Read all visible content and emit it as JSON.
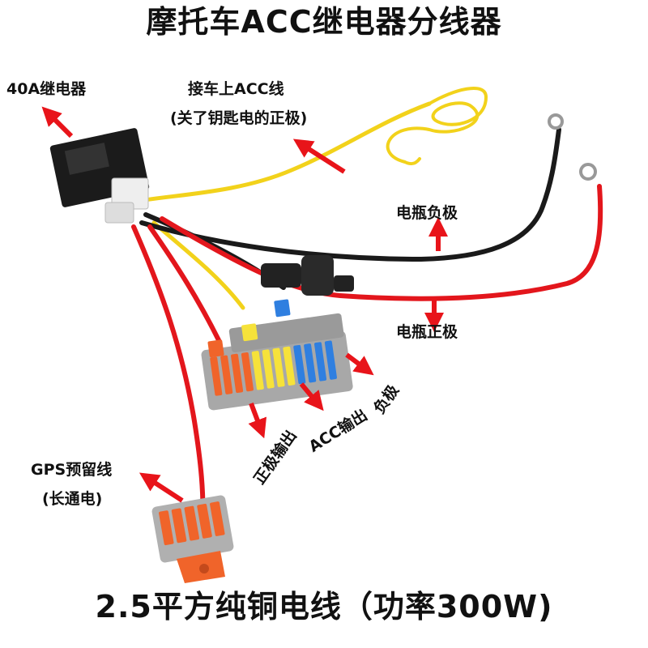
{
  "title": "摩托车ACC继电器分线器",
  "footer": "2.5平方纯铜电线（功率300W)",
  "labels": {
    "relay": "40A继电器",
    "acc_wire_line1": "接车上ACC线",
    "acc_wire_line2": "(关了钥匙电的正极)",
    "battery_negative": "电瓶负极",
    "battery_positive": "电瓶正极",
    "gps_line1": "GPS预留线",
    "gps_line2": "(长通电)",
    "positive_output": "正极输出",
    "acc_output": "ACC输出",
    "negative": "负极"
  },
  "colors": {
    "arrow": "#e8141a",
    "red_wire": "#e3161c",
    "black_wire": "#1a1a1a",
    "yellow_wire": "#f2d21b",
    "relay_body": "#1b1b1b",
    "terminal_grey": "#a8a8a8",
    "lever_orange": "#f0642a",
    "lever_yellow": "#f6e23a",
    "lever_blue": "#2f7fe0"
  }
}
